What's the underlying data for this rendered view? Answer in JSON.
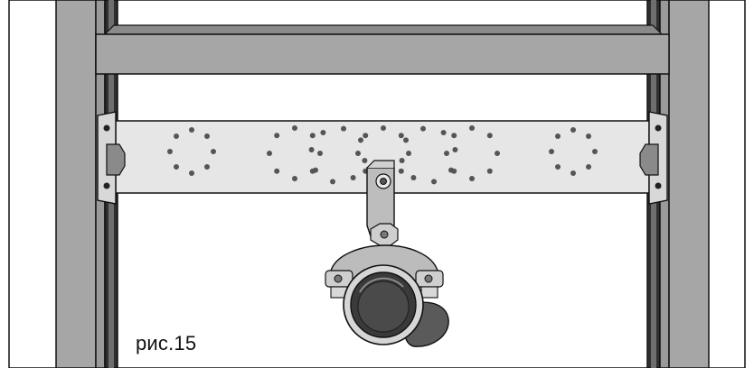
{
  "caption": "рис.15",
  "colors": {
    "frame_gray": "#a6a6a6",
    "frame_dark": "#2f2f2f",
    "rail_light": "#e6e6e6",
    "hole": "#555555",
    "pipe_dark": "#3a3a3a",
    "outline": "#111111"
  },
  "parts": [
    "left-frame-post",
    "right-frame-post",
    "top-crossbar",
    "perforated-mounting-rail",
    "pipe-bracket",
    "pipe-clamp",
    "drain-pipe-fitting"
  ]
}
